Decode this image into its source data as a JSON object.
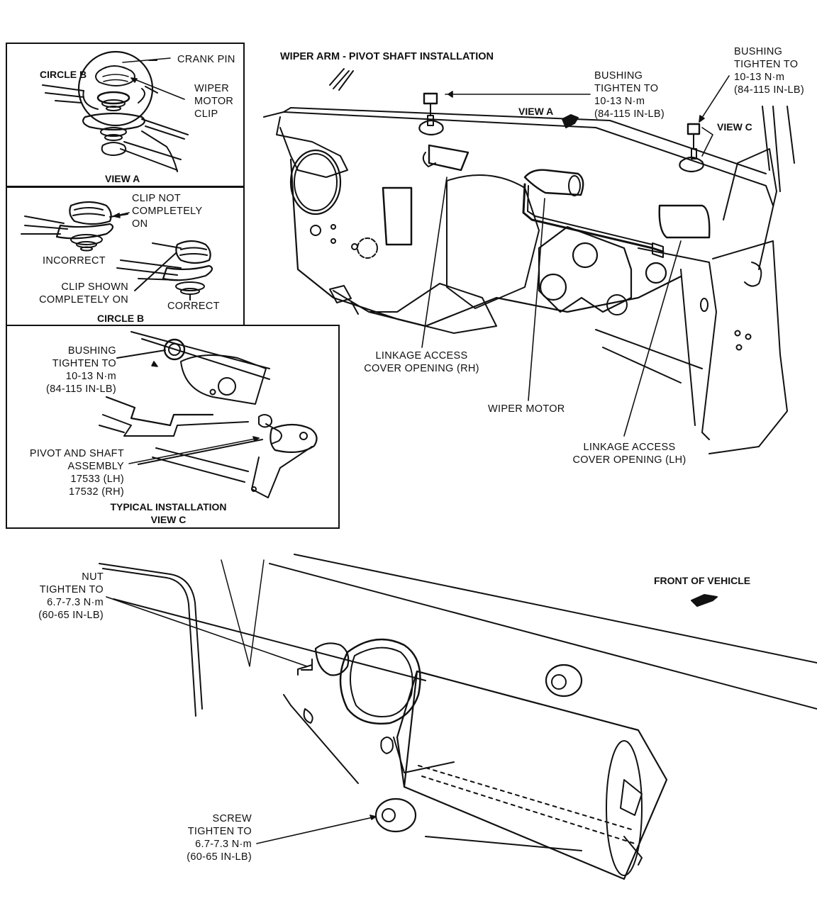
{
  "title": "WIPER ARM - PIVOT SHAFT INSTALLATION",
  "view_a_panel": {
    "crank_pin": "CRANK PIN",
    "circle_b": "CIRCLE B",
    "wiper_motor_clip": [
      "WIPER",
      "MOTOR",
      "CLIP"
    ],
    "caption": "VIEW A"
  },
  "circle_b_panel": {
    "clip_not_on": [
      "CLIP NOT",
      "COMPLETELY",
      "ON"
    ],
    "incorrect": "INCORRECT",
    "clip_shown_on": [
      "CLIP SHOWN",
      "COMPLETELY ON"
    ],
    "correct": "CORRECT",
    "caption": "CIRCLE B"
  },
  "view_c_panel": {
    "bushing": [
      "BUSHING",
      "TIGHTEN TO",
      "10-13 N·m",
      "(84-115 IN-LB)"
    ],
    "pivot_assembly": [
      "PIVOT AND SHAFT",
      "ASSEMBLY",
      "17533 (LH)",
      "17532 (RH)"
    ],
    "caption": [
      "TYPICAL INSTALLATION",
      "VIEW C"
    ]
  },
  "main_view": {
    "bushing_center": [
      "BUSHING",
      "TIGHTEN TO",
      "10-13 N·m",
      "(84-115 IN-LB)"
    ],
    "bushing_right": [
      "BUSHING",
      "TIGHTEN TO",
      "10-13 N·m",
      "(84-115 IN-LB)"
    ],
    "view_a_marker": "VIEW A",
    "view_c_marker": "VIEW C",
    "linkage_rh": [
      "LINKAGE ACCESS",
      "COVER OPENING (RH)"
    ],
    "wiper_motor": "WIPER MOTOR",
    "linkage_lh": [
      "LINKAGE ACCESS",
      "COVER OPENING (LH)"
    ]
  },
  "motor_view": {
    "nut": [
      "NUT",
      "TIGHTEN TO",
      "6.7-7.3 N·m",
      "(60-65 IN-LB)"
    ],
    "screw": [
      "SCREW",
      "TIGHTEN TO",
      "6.7-7.3 N·m",
      "(60-65 IN-LB)"
    ],
    "front_of_vehicle": "FRONT OF VEHICLE"
  }
}
